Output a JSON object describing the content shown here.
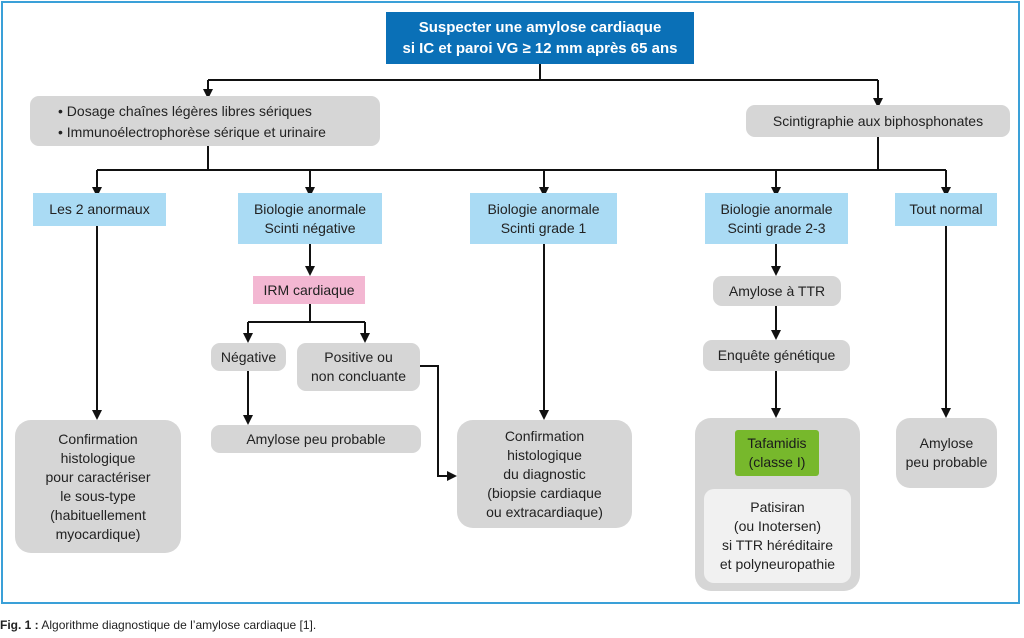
{
  "title": "Suspecter une amylose cardiaque\nsi IC et paroi VG ≥ 12 mm après 65 ans",
  "left_top_items": [
    "• Dosage chaînes légères libres sériques",
    "• Immunoélectrophorèse sérique et urinaire"
  ],
  "right_top": "Scintigraphie aux biphosphonates",
  "categories": {
    "c1": "Les 2 anormaux",
    "c2": "Biologie anormale\nScinti négative",
    "c3": "Biologie anormale\nScinti grade 1",
    "c4": "Biologie anormale\nScinti grade 2-3",
    "c5": "Tout normal"
  },
  "irm": "IRM cardiaque",
  "negative": "Négative",
  "positive": "Positive ou\nnon concluante",
  "amylose_peu_probable_1": "Amylose peu probable",
  "confirmation_1": "Confirmation\nhistologique\npour caractériser\nle sous-type\n(habituellement\nmyocardique)",
  "confirmation_2": "Confirmation\nhistologique\ndu diagnostic\n(biopsie cardiaque\nou extracardiaque)",
  "amylose_ttr": "Amylose à TTR",
  "enquete": "Enquête génétique",
  "tafamidis": "Tafamidis\n(classe I)",
  "patisiran": "Patisiran\n(ou Inotersen)\nsi TTR héréditaire\net polyneuropathie",
  "amylose_peu_probable_2": "Amylose\npeu probable",
  "caption": {
    "label": "Fig. 1 :",
    "text": " Algorithme diagnostique de l’amylose cardiaque [1]."
  },
  "colors": {
    "title_bg": "#0a70b7",
    "category_bg": "#aadbf4",
    "irm_bg": "#f3b7d2",
    "tafamidis_bg": "#77b82c",
    "box_bg": "#d6d6d6",
    "frame": "#3aa0d8"
  }
}
